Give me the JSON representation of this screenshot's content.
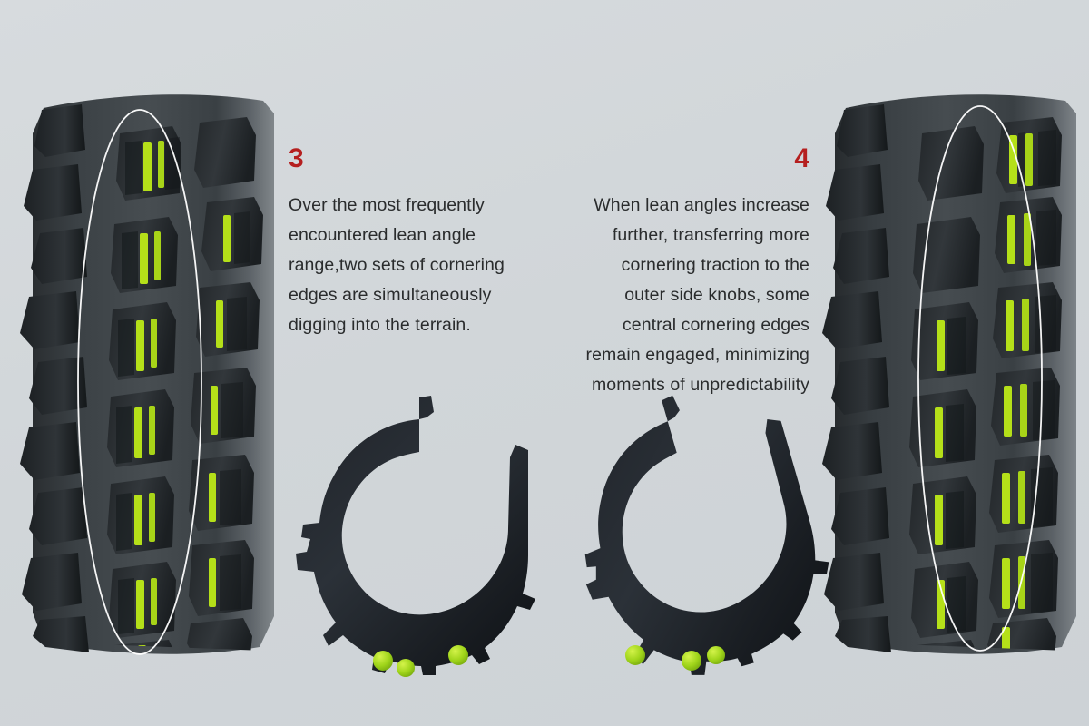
{
  "background_color": "#d1d6d9",
  "accent_color": "#b51f1f",
  "highlight_color": "#b5e019",
  "rubber_color": "#2c3033",
  "ellipse_outline_color": "#ffffff",
  "panels": [
    {
      "number": "3",
      "body": "Over the most frequently encountered lean angle range,two sets of cornering edges are simultaneously digging into the terrain.",
      "lines": [
        "Over the most frequently",
        "encountered lean angle",
        "range,two sets of cornering",
        "edges are simultaneously",
        "digging into the terrain."
      ],
      "align": "left"
    },
    {
      "number": "4",
      "body": "When lean angles increase further, transferring more cornering traction to the outer side knobs, some central cornering edges remain engaged, minimizing moments of unpredictability",
      "lines": [
        "When lean angles increase",
        "further, transferring more",
        "cornering traction to the",
        "outer side knobs, some",
        "central cornering edges",
        "remain engaged, minimizing",
        "moments of unpredictability"
      ],
      "align": "right"
    }
  ],
  "figures": {
    "tire_left": {
      "label": "mountain-bike-tire-tread-lean-angle-3",
      "highlight_zone": "central cornering edges",
      "contact_dots": 0
    },
    "tire_right": {
      "label": "mountain-bike-tire-tread-lean-angle-4",
      "highlight_zone": "outer side knobs",
      "contact_dots": 0
    },
    "section_left": {
      "label": "tire-cross-section-lean-angle-3",
      "contact_dots": 3
    },
    "section_right": {
      "label": "tire-cross-section-lean-angle-4",
      "contact_dots": 3
    }
  }
}
